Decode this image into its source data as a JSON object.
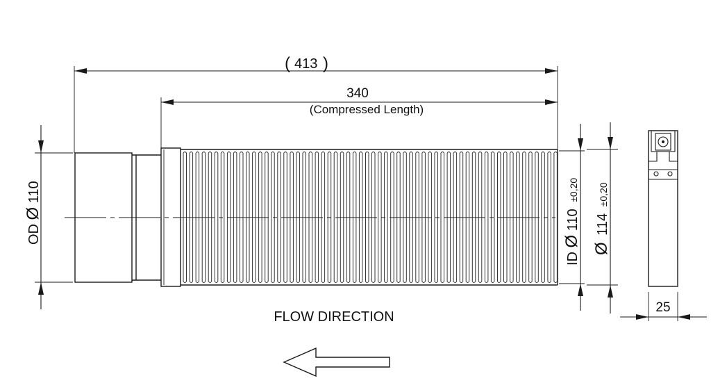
{
  "drawing": {
    "overall_length": "413",
    "compressed_length_value": "340",
    "compressed_length_label": "(Compressed Length)",
    "od_label": "OD",
    "od_value": "110",
    "id_label": "ID",
    "id_value": "110",
    "id_tolerance": "±0,20",
    "outer_value": "114",
    "outer_tolerance": "±0,20",
    "diameter_symbol": "Ø",
    "clamp_width": "25",
    "flow_direction": "FLOW DIRECTION"
  }
}
